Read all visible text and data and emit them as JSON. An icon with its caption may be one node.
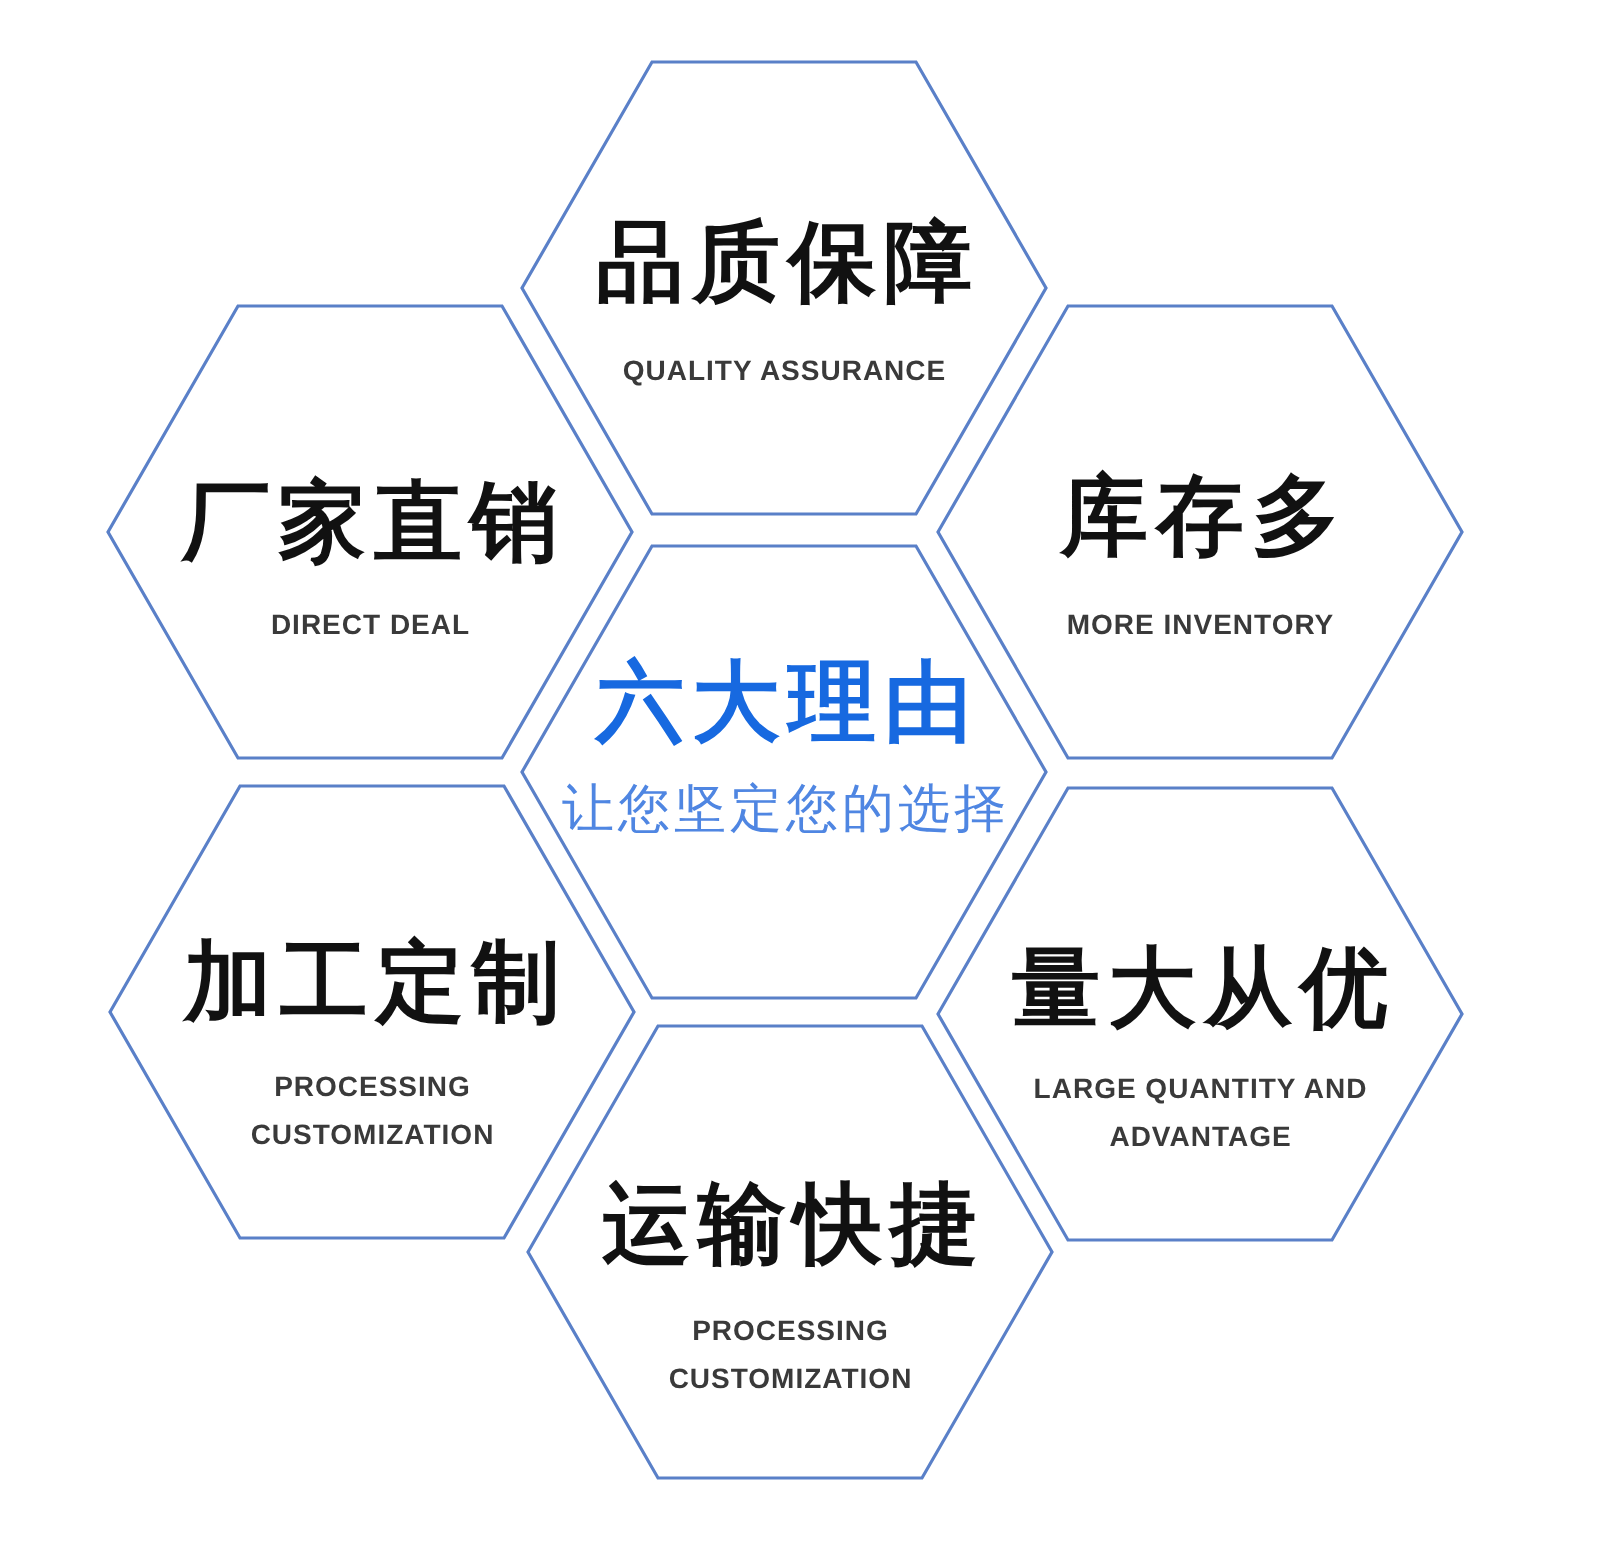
{
  "diagram": {
    "nodes": [
      {
        "text": [
          "品质保障",
          "QUALITY ASSURANCE"
        ]
      },
      {
        "text": [
          "厂家直销",
          "DIRECT DEAL"
        ]
      },
      {
        "text": [
          "库存多",
          "MORE INVENTORY"
        ]
      },
      {
        "text": [
          "六大理由",
          "让您坚定您的选择"
        ]
      },
      {
        "text": [
          "加工定制",
          "PROCESSING CUSTOMIZATION"
        ]
      },
      {
        "text": [
          "量大从优",
          "LARGE QUANTITY AND ADVANTAGE"
        ]
      },
      {
        "text": [
          "运输快捷",
          "PROCESSING CUSTOMIZATION"
        ]
      }
    ]
  }
}
